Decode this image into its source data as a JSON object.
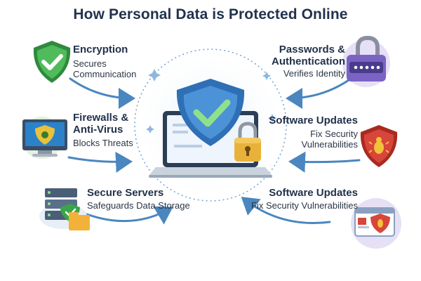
{
  "title": "How Personal Data is Protected Online",
  "items": [
    {
      "heading": "Encryption",
      "sub": "Secures\nCommunication",
      "icon": "shield-check-icon"
    },
    {
      "heading": "Firewalls &\nAnti-Virus",
      "sub": "Blocks Threats",
      "icon": "monitor-bug-shield-icon"
    },
    {
      "heading": "Secure Servers",
      "sub": "Safeguards Data Storage",
      "icon": "server-stack-icon"
    },
    {
      "heading": "Passwords &\nAuthentication",
      "sub": "Verifies Identity",
      "icon": "padlock-password-icon"
    },
    {
      "heading": "Software Updates",
      "sub": "Fix Security\nVulnerabilities",
      "icon": "bug-shield-icon"
    },
    {
      "heading": "Software Updates",
      "sub": "Fix Security Vulnerabilities",
      "icon": "browser-bug-shield-icon"
    }
  ],
  "center": {
    "icon": "laptop-shield-lock-icon"
  },
  "colors": {
    "title": "#23324d",
    "arrow": "#4a86c0",
    "green": "#3aa54a",
    "blue": "#2f6fb5",
    "purple": "#7b63c4",
    "red": "#c83a2c",
    "gold": "#e8b23a"
  }
}
